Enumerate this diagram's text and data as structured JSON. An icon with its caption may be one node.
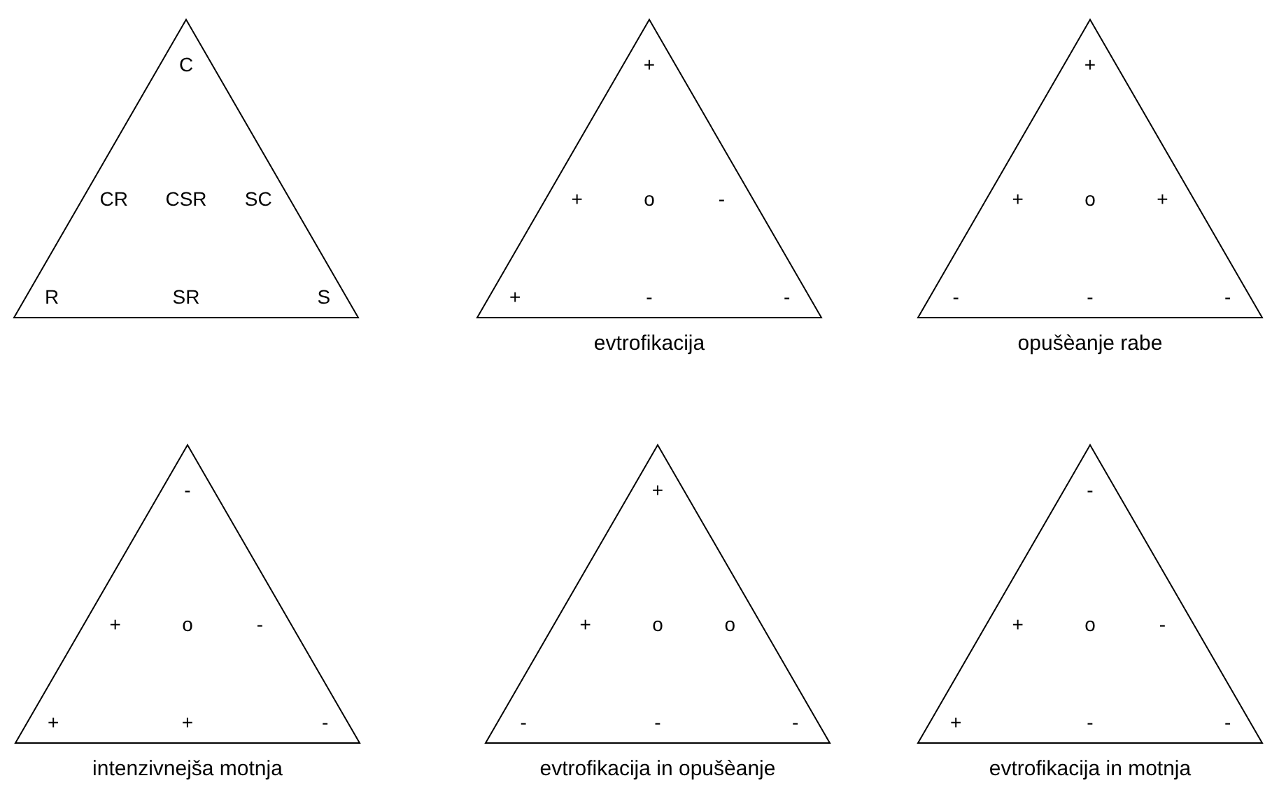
{
  "diagram": {
    "nodes": [
      {
        "text": [
          "C",
          "CR",
          "CSR",
          "SC",
          "R",
          "SR",
          "S"
        ]
      },
      {
        "text": [
          "+",
          "+",
          "o",
          "-",
          "+",
          "-",
          "-"
        ],
        "beside": [
          "evtrofikacija"
        ]
      },
      {
        "text": [
          "+",
          "+",
          "o",
          "+",
          "-",
          "-",
          "-"
        ],
        "beside": [
          "opušèanje rabe"
        ]
      },
      {
        "text": [
          "-",
          "+",
          "o",
          "-",
          "+",
          "+",
          "-"
        ],
        "beside": [
          "intenzivnejša motnja"
        ]
      },
      {
        "text": [
          "+",
          "+",
          "o",
          "o",
          "-",
          "-",
          "-"
        ],
        "beside": [
          "evtrofikacija in opušèanje"
        ]
      },
      {
        "text": [
          "-",
          "+",
          "o",
          "-",
          "+",
          "-",
          "-"
        ],
        "beside": [
          "evtrofikacija in motnja"
        ]
      }
    ]
  }
}
